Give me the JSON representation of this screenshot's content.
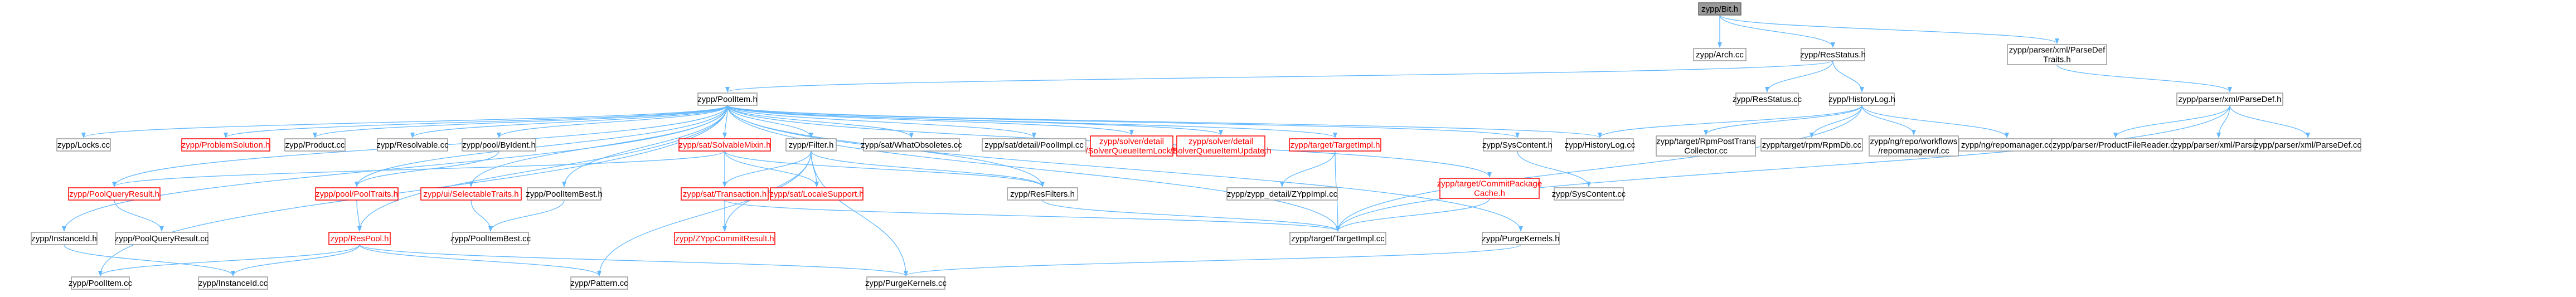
{
  "graph_title": "",
  "colors": {
    "root_fill": "#999999",
    "root_border": "#666666",
    "normal_fill": "#ffffff",
    "normal_border": "#999999",
    "warn_border": "#ff0000",
    "text": "#000000",
    "warn_text": "#ff0000",
    "edge": "#63b8ff"
  },
  "nodes": [
    {
      "id": "bith",
      "lines": [
        "zypp/Bit.h"
      ],
      "style": "root"
    },
    {
      "id": "arch",
      "lines": [
        "zypp/Arch.cc"
      ],
      "style": "normal"
    },
    {
      "id": "resstatus_h",
      "lines": [
        "zypp/ResStatus.h"
      ],
      "style": "normal"
    },
    {
      "id": "parsedef_traits",
      "lines": [
        "zypp/parser/xml/ParseDef",
        "Traits.h"
      ],
      "style": "normal"
    },
    {
      "id": "poolitem_h",
      "lines": [
        "zypp/PoolItem.h"
      ],
      "style": "normal"
    },
    {
      "id": "resstatus_cc",
      "lines": [
        "zypp/ResStatus.cc"
      ],
      "style": "normal"
    },
    {
      "id": "historylog_h",
      "lines": [
        "zypp/HistoryLog.h"
      ],
      "style": "normal"
    },
    {
      "id": "parsedef_h",
      "lines": [
        "zypp/parser/xml/ParseDef.h"
      ],
      "style": "normal"
    },
    {
      "id": "locks",
      "lines": [
        "zypp/Locks.cc"
      ],
      "style": "normal"
    },
    {
      "id": "problemsolution",
      "lines": [
        "zypp/ProblemSolution.h"
      ],
      "style": "warn"
    },
    {
      "id": "product",
      "lines": [
        "zypp/Product.cc"
      ],
      "style": "normal"
    },
    {
      "id": "resolvable",
      "lines": [
        "zypp/Resolvable.cc"
      ],
      "style": "normal"
    },
    {
      "id": "byident",
      "lines": [
        "zypp/pool/ByIdent.h"
      ],
      "style": "normal"
    },
    {
      "id": "solvablemixin",
      "lines": [
        "zypp/sat/SolvableMixin.h"
      ],
      "style": "warn"
    },
    {
      "id": "filter",
      "lines": [
        "zypp/Filter.h"
      ],
      "style": "normal"
    },
    {
      "id": "whatobsoletes",
      "lines": [
        "zypp/sat/WhatObsoletes.cc"
      ],
      "style": "normal"
    },
    {
      "id": "poolimpl",
      "lines": [
        "zypp/sat/detail/PoolImpl.cc"
      ],
      "style": "normal"
    },
    {
      "id": "sqlock",
      "lines": [
        "zypp/solver/detail",
        "/SolverQueueItemLock.h"
      ],
      "style": "warn"
    },
    {
      "id": "squpdate",
      "lines": [
        "zypp/solver/detail",
        "/SolverQueueItemUpdate.h"
      ],
      "style": "warn"
    },
    {
      "id": "targetimpl_h",
      "lines": [
        "zypp/target/TargetImpl.h"
      ],
      "style": "warn"
    },
    {
      "id": "syscontent_h",
      "lines": [
        "zypp/SysContent.h"
      ],
      "style": "normal"
    },
    {
      "id": "historylog_cc",
      "lines": [
        "zypp/HistoryLog.cc"
      ],
      "style": "normal"
    },
    {
      "id": "rpmposttrans",
      "lines": [
        "zypp/target/RpmPostTrans",
        "Collector.cc"
      ],
      "style": "normal"
    },
    {
      "id": "rpmdb",
      "lines": [
        "zypp/target/rpm/RpmDb.cc"
      ],
      "style": "normal"
    },
    {
      "id": "repomanagerwf",
      "lines": [
        "zypp/ng/repo/workflows",
        "/repomanagerwf.cc"
      ],
      "style": "normal"
    },
    {
      "id": "repomanager",
      "lines": [
        "zypp/ng/repomanager.cc"
      ],
      "style": "normal"
    },
    {
      "id": "productfilereader",
      "lines": [
        "zypp/parser/ProductFileReader.cc"
      ],
      "style": "normal"
    },
    {
      "id": "parse_h",
      "lines": [
        "zypp/parser/xml/Parse.h"
      ],
      "style": "normal"
    },
    {
      "id": "parsedef_cc",
      "lines": [
        "zypp/parser/xml/ParseDef.cc"
      ],
      "style": "normal"
    },
    {
      "id": "poolqueryresult_h",
      "lines": [
        "zypp/PoolQueryResult.h"
      ],
      "style": "warn"
    },
    {
      "id": "pooltraits",
      "lines": [
        "zypp/pool/PoolTraits.h"
      ],
      "style": "warn"
    },
    {
      "id": "selectabletraits",
      "lines": [
        "zypp/ui/SelectableTraits.h"
      ],
      "style": "warn"
    },
    {
      "id": "poolitembest_h",
      "lines": [
        "zypp/PoolItemBest.h"
      ],
      "style": "normal"
    },
    {
      "id": "transaction",
      "lines": [
        "zypp/sat/Transaction.h"
      ],
      "style": "warn"
    },
    {
      "id": "localesupport",
      "lines": [
        "zypp/sat/LocaleSupport.h"
      ],
      "style": "warn"
    },
    {
      "id": "resfilters",
      "lines": [
        "zypp/ResFilters.h"
      ],
      "style": "normal"
    },
    {
      "id": "zyppimpl",
      "lines": [
        "zypp/zypp_detail/ZYppImpl.cc"
      ],
      "style": "normal"
    },
    {
      "id": "commitpkgcache",
      "lines": [
        "zypp/target/CommitPackage",
        "Cache.h"
      ],
      "style": "warn"
    },
    {
      "id": "syscontent_cc",
      "lines": [
        "zypp/SysContent.cc"
      ],
      "style": "normal"
    },
    {
      "id": "instanceid_h",
      "lines": [
        "zypp/InstanceId.h"
      ],
      "style": "normal"
    },
    {
      "id": "poolqueryresult_cc",
      "lines": [
        "zypp/PoolQueryResult.cc"
      ],
      "style": "normal"
    },
    {
      "id": "respool",
      "lines": [
        "zypp/ResPool.h"
      ],
      "style": "warn"
    },
    {
      "id": "poolitembest_cc",
      "lines": [
        "zypp/PoolItemBest.cc"
      ],
      "style": "normal"
    },
    {
      "id": "zyppcommitresult",
      "lines": [
        "zypp/ZYppCommitResult.h"
      ],
      "style": "warn"
    },
    {
      "id": "targetimpl_cc",
      "lines": [
        "zypp/target/TargetImpl.cc"
      ],
      "style": "normal"
    },
    {
      "id": "purgekernels_h",
      "lines": [
        "zypp/PurgeKernels.h"
      ],
      "style": "normal"
    },
    {
      "id": "poolitem_cc",
      "lines": [
        "zypp/PoolItem.cc"
      ],
      "style": "normal"
    },
    {
      "id": "instanceid_cc",
      "lines": [
        "zypp/InstanceId.cc"
      ],
      "style": "normal"
    },
    {
      "id": "pattern",
      "lines": [
        "zypp/Pattern.cc"
      ],
      "style": "normal"
    },
    {
      "id": "purgekernels_cc",
      "lines": [
        "zypp/PurgeKernels.cc"
      ],
      "style": "normal"
    }
  ],
  "edges": [
    [
      "bith",
      "arch"
    ],
    [
      "bith",
      "resstatus_h"
    ],
    [
      "bith",
      "parsedef_traits"
    ],
    [
      "resstatus_h",
      "poolitem_h"
    ],
    [
      "resstatus_h",
      "resstatus_cc"
    ],
    [
      "resstatus_h",
      "historylog_h"
    ],
    [
      "parsedef_traits",
      "parsedef_h"
    ],
    [
      "poolitem_h",
      "locks"
    ],
    [
      "poolitem_h",
      "problemsolution"
    ],
    [
      "poolitem_h",
      "product"
    ],
    [
      "poolitem_h",
      "resolvable"
    ],
    [
      "poolitem_h",
      "byident"
    ],
    [
      "poolitem_h",
      "solvablemixin"
    ],
    [
      "poolitem_h",
      "filter"
    ],
    [
      "poolitem_h",
      "whatobsoletes"
    ],
    [
      "poolitem_h",
      "poolimpl"
    ],
    [
      "poolitem_h",
      "sqlock"
    ],
    [
      "poolitem_h",
      "squpdate"
    ],
    [
      "poolitem_h",
      "targetimpl_h"
    ],
    [
      "poolitem_h",
      "syscontent_h"
    ],
    [
      "poolitem_h",
      "historylog_cc"
    ],
    [
      "poolitem_h",
      "poolqueryresult_h"
    ],
    [
      "poolitem_h",
      "pooltraits"
    ],
    [
      "poolitem_h",
      "selectabletraits"
    ],
    [
      "poolitem_h",
      "poolitembest_h"
    ],
    [
      "poolitem_h",
      "resfilters"
    ],
    [
      "poolitem_h",
      "commitpkgcache"
    ],
    [
      "poolitem_h",
      "instanceid_h"
    ],
    [
      "poolitem_h",
      "respool"
    ],
    [
      "poolitem_h",
      "poolitem_cc"
    ],
    [
      "poolitem_h",
      "purgekernels_h"
    ],
    [
      "poolitem_h",
      "targetimpl_cc"
    ],
    [
      "historylog_h",
      "historylog_cc"
    ],
    [
      "historylog_h",
      "rpmposttrans"
    ],
    [
      "historylog_h",
      "rpmdb"
    ],
    [
      "historylog_h",
      "repomanagerwf"
    ],
    [
      "historylog_h",
      "repomanager"
    ],
    [
      "historylog_h",
      "targetimpl_cc"
    ],
    [
      "parsedef_h",
      "productfilereader"
    ],
    [
      "parsedef_h",
      "parse_h"
    ],
    [
      "parsedef_h",
      "parsedef_cc"
    ],
    [
      "parsedef_h",
      "targetimpl_cc"
    ],
    [
      "byident",
      "pooltraits"
    ],
    [
      "solvablemixin",
      "poolqueryresult_h"
    ],
    [
      "solvablemixin",
      "transaction"
    ],
    [
      "solvablemixin",
      "localesupport"
    ],
    [
      "solvablemixin",
      "resfilters"
    ],
    [
      "filter",
      "transaction"
    ],
    [
      "filter",
      "localesupport"
    ],
    [
      "filter",
      "resfilters"
    ],
    [
      "filter",
      "zyppcommitresult"
    ],
    [
      "filter",
      "pattern"
    ],
    [
      "filter",
      "purgekernels_cc"
    ],
    [
      "targetimpl_h",
      "zyppimpl"
    ],
    [
      "targetimpl_h",
      "targetimpl_cc"
    ],
    [
      "syscontent_h",
      "syscontent_cc"
    ],
    [
      "poolqueryresult_h",
      "poolqueryresult_cc"
    ],
    [
      "pooltraits",
      "respool"
    ],
    [
      "selectabletraits",
      "poolitembest_cc"
    ],
    [
      "poolitembest_h",
      "poolitembest_cc"
    ],
    [
      "transaction",
      "zyppcommitresult"
    ],
    [
      "transaction",
      "targetimpl_cc"
    ],
    [
      "resfilters",
      "targetimpl_cc"
    ],
    [
      "commitpkgcache",
      "targetimpl_cc"
    ],
    [
      "instanceid_h",
      "instanceid_cc"
    ],
    [
      "respool",
      "poolitem_cc"
    ],
    [
      "respool",
      "instanceid_cc"
    ],
    [
      "respool",
      "pattern"
    ],
    [
      "respool",
      "purgekernels_cc"
    ],
    [
      "purgekernels_h",
      "purgekernels_cc"
    ]
  ]
}
